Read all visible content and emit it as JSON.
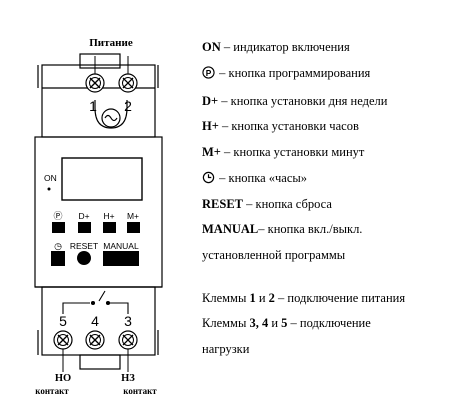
{
  "device": {
    "top_label": "Питание",
    "top_terminals": [
      "1",
      "2"
    ],
    "ac_symbol": "~",
    "on_label": "ON",
    "buttons_row1": [
      "Ⓟ",
      "D+",
      "H+",
      "M+"
    ],
    "buttons_row2": [
      "◷",
      "RESET",
      "MANUAL"
    ],
    "bottom_terminals": [
      "5",
      "4",
      "3"
    ],
    "bottom_left_label": [
      "НО",
      "контакт"
    ],
    "bottom_right_label": [
      "НЗ",
      "контакт"
    ]
  },
  "legend": [
    {
      "key": "ON",
      "text": " – индикатор включения"
    },
    {
      "icon": "program-icon",
      "text": " – кнопка программирования"
    },
    {
      "key": "D+",
      "text": " – кнопка установки дня недели"
    },
    {
      "key": "H+",
      "text": " – кнопка установки часов"
    },
    {
      "key": "M+",
      "text": " – кнопка установки минут"
    },
    {
      "icon": "clock-icon",
      "text": " – кнопка «часы»"
    },
    {
      "key": "RESET",
      "text": " – кнопка сброса"
    },
    {
      "key": "MANUAL",
      "text": "– кнопка вкл./выкл."
    }
  ],
  "legend_continuation": "установленной программы",
  "terminals_note": {
    "line1_pre": "Клеммы ",
    "line1_b1": "1",
    "line1_mid": " и ",
    "line1_b2": "2",
    "line1_post": " – подключение питания",
    "line2_pre": "Клеммы ",
    "line2_b": "3, 4",
    "line2_mid": " и ",
    "line2_b2": "5",
    "line2_post": " – подключение",
    "line3": "нагрузки"
  }
}
